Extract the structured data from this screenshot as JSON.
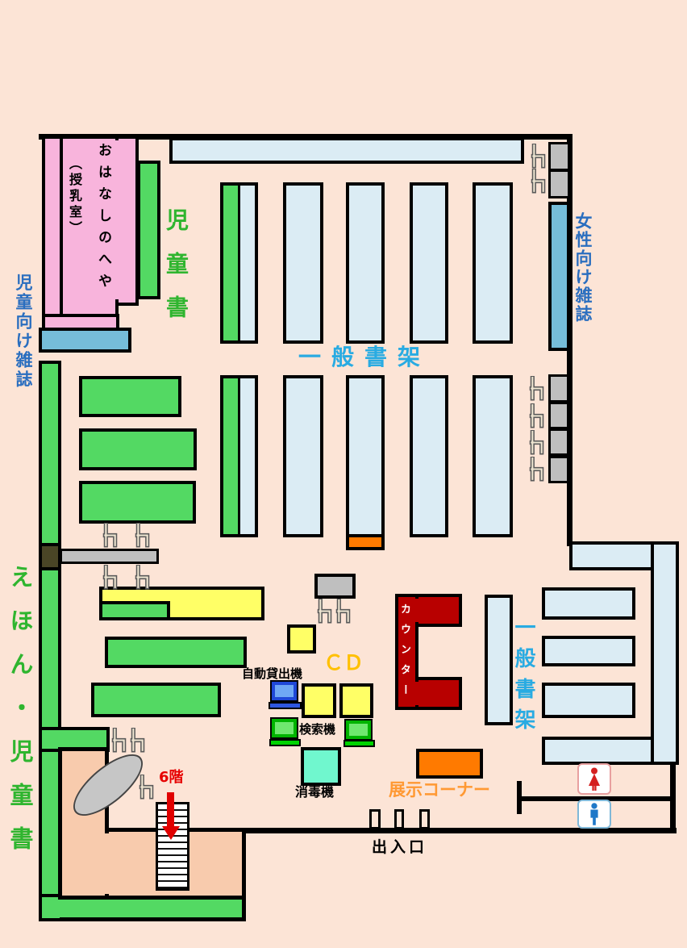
{
  "title": "library-floor-map",
  "labels": {
    "story_room": "おはなしのへや",
    "nursing_room": "（授乳室）",
    "childrens_books": "児童書",
    "childrens_magazines": "児童向け雑誌",
    "womens_magazines": "女性向け雑誌",
    "general_stacks_top": "一般書架",
    "general_stacks_right": "一般書架",
    "picture_books_childrens_books": "えほん・児童書",
    "counter": "カウンター",
    "cd": "ＣＤ",
    "auto_lending_machine": "自動貸出機",
    "search_machine": "検索機",
    "sanitizer_machine": "消毒機",
    "exhibit_corner": "展示コーナー",
    "entrance_exit": "出入口",
    "floor_6": "6階"
  },
  "colors": {
    "background": "#FCE4D6",
    "stair_room_peach": "#F8CBAD",
    "shelf_green": "#53D963",
    "shelf_light_blue": "#DBECF4",
    "shelf_teal": "#76BDD9",
    "room_pink": "#F8B4DC",
    "shelf_yellow": "#FFFF66",
    "accent_orange": "#FF7A00",
    "counter_red": "#B80000",
    "box_olive": "#4A4526",
    "furniture_gray": "#BFBFBF",
    "sanitizer_aqua": "#70F7CE",
    "label_green": "#2FB52F",
    "label_blue": "#2A6EBF",
    "label_cyan": "#29ABE2",
    "label_orange": "#FF9933",
    "label_red": "#E60000",
    "label_gold": "#FFC000",
    "wall_black": "#000000"
  }
}
